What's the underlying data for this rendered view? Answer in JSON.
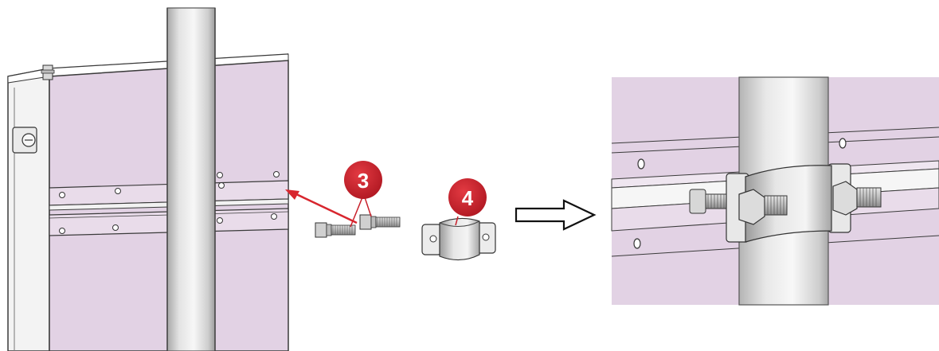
{
  "callouts": [
    {
      "id": "bolts",
      "label": "3"
    },
    {
      "id": "clamp",
      "label": "4"
    }
  ],
  "colors": {
    "panel_fill": "#e2d2e4",
    "panel_edge": "#3a3a3a",
    "badge_fill": "#c8212b",
    "arrow_red": "#d8262e",
    "pole_mid": "#ececec",
    "pole_shade": "#c9c9c9",
    "steel": "#bdbdbd"
  },
  "icons": {
    "step_arrow": "right-outline-arrow-icon",
    "direction_arrow": "red-left-arrow-icon"
  }
}
